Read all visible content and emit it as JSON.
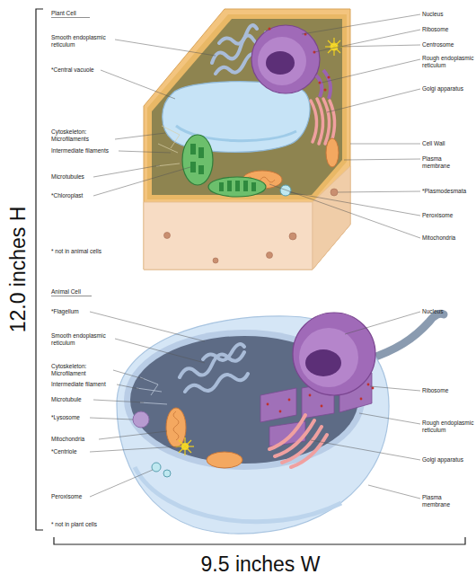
{
  "diagram": {
    "labels": [
      "12.0 inches H",
      "Plant Cell",
      "Smooth endoplasmic reticulum",
      "*Central vacuole",
      "Cytoskeleton: Microfilaments",
      "Intermediate filaments",
      "Microtubules",
      "*Chloroplast",
      "* not in animal cells",
      "Nucleus",
      "Ribosome",
      "Centrosome",
      "Rough endoplasmic reticulum",
      "Golgi apparatus",
      "Cell Wall",
      "Plasma membrane",
      "*Plasmodesmata",
      "Peroxisome",
      "Mitochondria",
      "Animal Cell",
      "*Flagellum",
      "Smooth endoplasmic reticulum",
      "Cytoskeleton: Microfilament",
      "Intermediate filament",
      "Microtubule",
      "*Lysosome",
      "Mitochondria",
      "*Centriole",
      "Peroxisome",
      "* not in plant cells",
      "Nucleus",
      "Ribosome",
      "Rough endoplasmic reticulum",
      "Golgi apparatus",
      "Plasma membrane",
      "9.5 inches W"
    ]
  }
}
